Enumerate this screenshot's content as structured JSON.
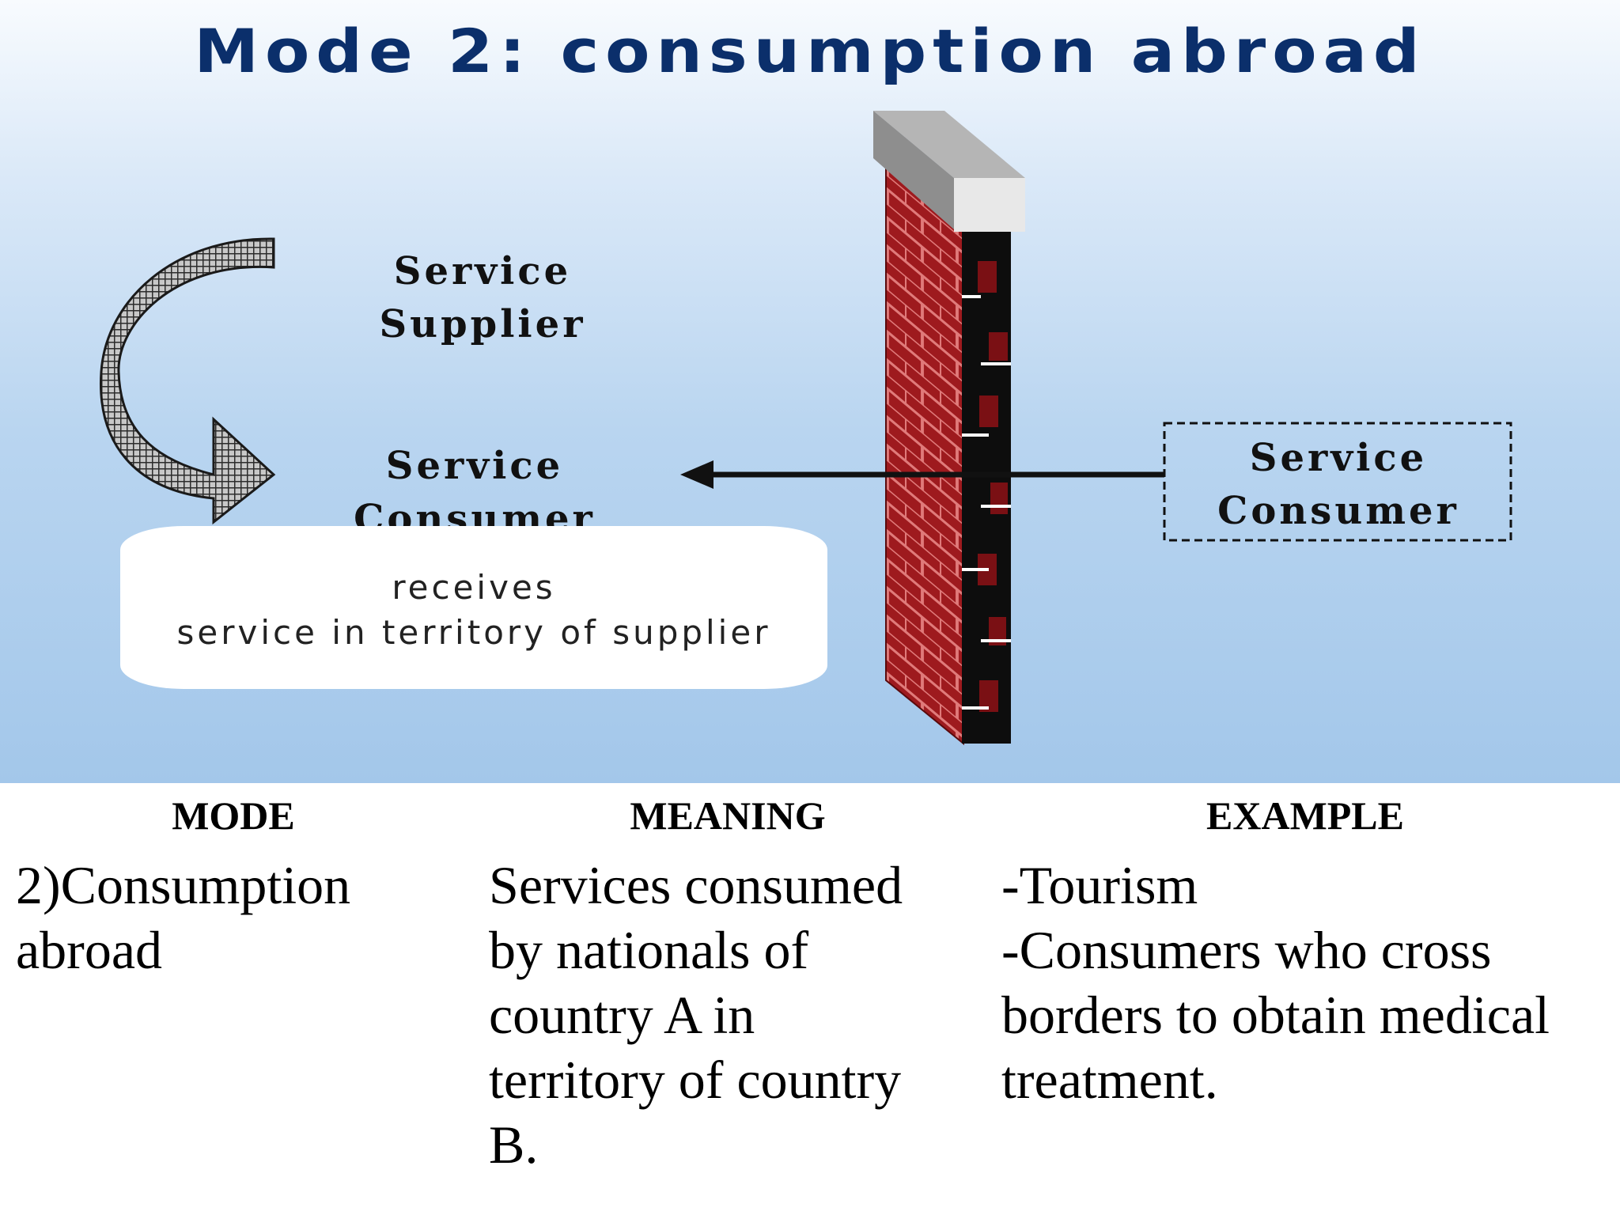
{
  "slide": {
    "title": "Mode 2: consumption abroad",
    "supplier_label": [
      "Service",
      "Supplier"
    ],
    "consumer_left_label": [
      "Service",
      "Consumer"
    ],
    "consumer_right_label": [
      "Service",
      "Consumer"
    ],
    "receives_text": [
      "receives",
      "service in territory of supplier"
    ]
  },
  "table": {
    "headers": [
      "MODE",
      "MEANING",
      "EXAMPLE"
    ],
    "mode_lines": [
      "2)Consumption",
      "abroad"
    ],
    "meaning_lines": [
      "Services consumed",
      "by nationals of",
      "country A in",
      "territory of country",
      "B."
    ],
    "example_lines": [
      "-Tourism",
      "-Consumers who cross",
      "borders to obtain medical",
      "treatment."
    ]
  },
  "colors": {
    "title": "#0b2f6b",
    "brick": "#9e1a1e",
    "mortar": "#e07a7a",
    "wall_cap": "#d9d9d9"
  },
  "icons": [
    "curved-arrow-icon",
    "brick-wall-icon",
    "left-arrow-icon"
  ]
}
